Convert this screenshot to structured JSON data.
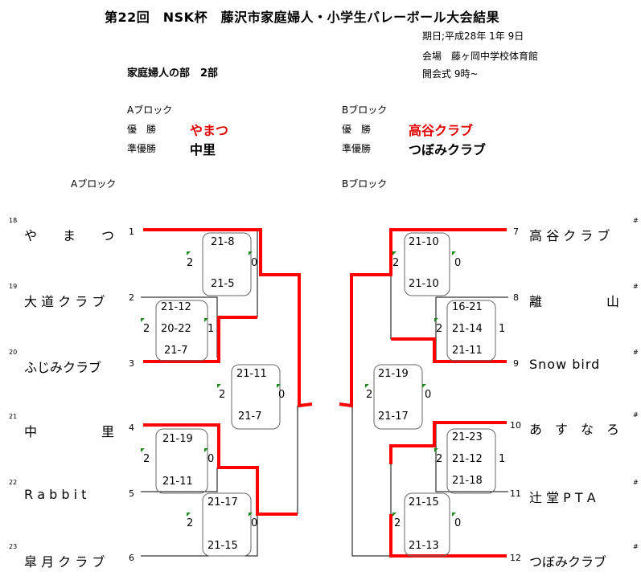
{
  "title": "第22回　NSK杯　藤沢市家庭婦人・小学生バレーボール大会結果",
  "event_info": {
    "date": "期日;平成28年 1年  9日",
    "venue": "会場　藤ヶ岡中学校体育館",
    "opening": "開会式  9時~"
  },
  "division": "家庭婦人の部　2部",
  "summary": {
    "a_block_label": "Aブロック",
    "b_block_label": "Bブロック",
    "champion_label": "優　勝",
    "runner_up_label": "準優勝",
    "a_champion": "やまつ",
    "a_runner_up": "中里",
    "b_champion": "高谷クラブ",
    "b_runner_up": "つぼみクラブ"
  },
  "bracket_labels": {
    "a": "Aブロック",
    "b": "Bブロック"
  },
  "left_teams": [
    {
      "seed": "18",
      "name": "や　　ま　　つ",
      "pos": "1"
    },
    {
      "seed": "19",
      "name": "大 道 ク ラ ブ",
      "pos": "2"
    },
    {
      "seed": "20",
      "name": "ふじみクラブ",
      "pos": "3"
    },
    {
      "seed": "21",
      "name": "中　　　　　里",
      "pos": "4"
    },
    {
      "seed": "22",
      "name": "R a b b i t",
      "pos": "5"
    },
    {
      "seed": "23",
      "name": "皐 月 ク ラ ブ",
      "pos": "6"
    }
  ],
  "right_teams": [
    {
      "pos": "7",
      "name": "高 谷 ク ラ ブ",
      "mark": "#"
    },
    {
      "pos": "8",
      "name": "離　　　　　山",
      "mark": "#"
    },
    {
      "pos": "9",
      "name": "Snow  bird",
      "mark": "#"
    },
    {
      "pos": "10",
      "name": "あ　す　な　ろ",
      "mark": "#"
    },
    {
      "pos": "11",
      "name": "辻 堂 P T A",
      "mark": "#"
    },
    {
      "pos": "12",
      "name": "つぼみクラブ",
      "mark": "#"
    }
  ],
  "matches": {
    "m1": {
      "scores": [
        "21-8",
        "21-5"
      ],
      "left": "2",
      "right": "0"
    },
    "m2": {
      "scores": [
        "21-12",
        "20-22",
        "21-7"
      ],
      "left": "2",
      "right": "1"
    },
    "m3": {
      "scores": [
        "21-11",
        "21-7"
      ],
      "left": "2",
      "right": "0"
    },
    "m4": {
      "scores": [
        "21-19",
        "21-11"
      ],
      "left": "2",
      "right": "0"
    },
    "m5": {
      "scores": [
        "21-17",
        "21-15"
      ],
      "left": "2",
      "right": "0"
    },
    "m6": {
      "scores": [
        "21-10",
        "21-10"
      ],
      "left": "2",
      "right": "0"
    },
    "m7": {
      "scores": [
        "16-21",
        "21-14",
        "21-11"
      ],
      "left": "2",
      "right": "1"
    },
    "m8": {
      "scores": [
        "21-19",
        "21-17"
      ],
      "left": "2",
      "right": "0"
    },
    "m9": {
      "scores": [
        "21-23",
        "21-12",
        "21-18"
      ],
      "left": "2",
      "right": "1"
    },
    "m10": {
      "scores": [
        "21-15",
        "21-13"
      ],
      "left": "2",
      "right": "0"
    }
  },
  "colors": {
    "winner_line": "#ff0000",
    "winner_text": "#e00000",
    "flag": "#1a8a1a"
  }
}
